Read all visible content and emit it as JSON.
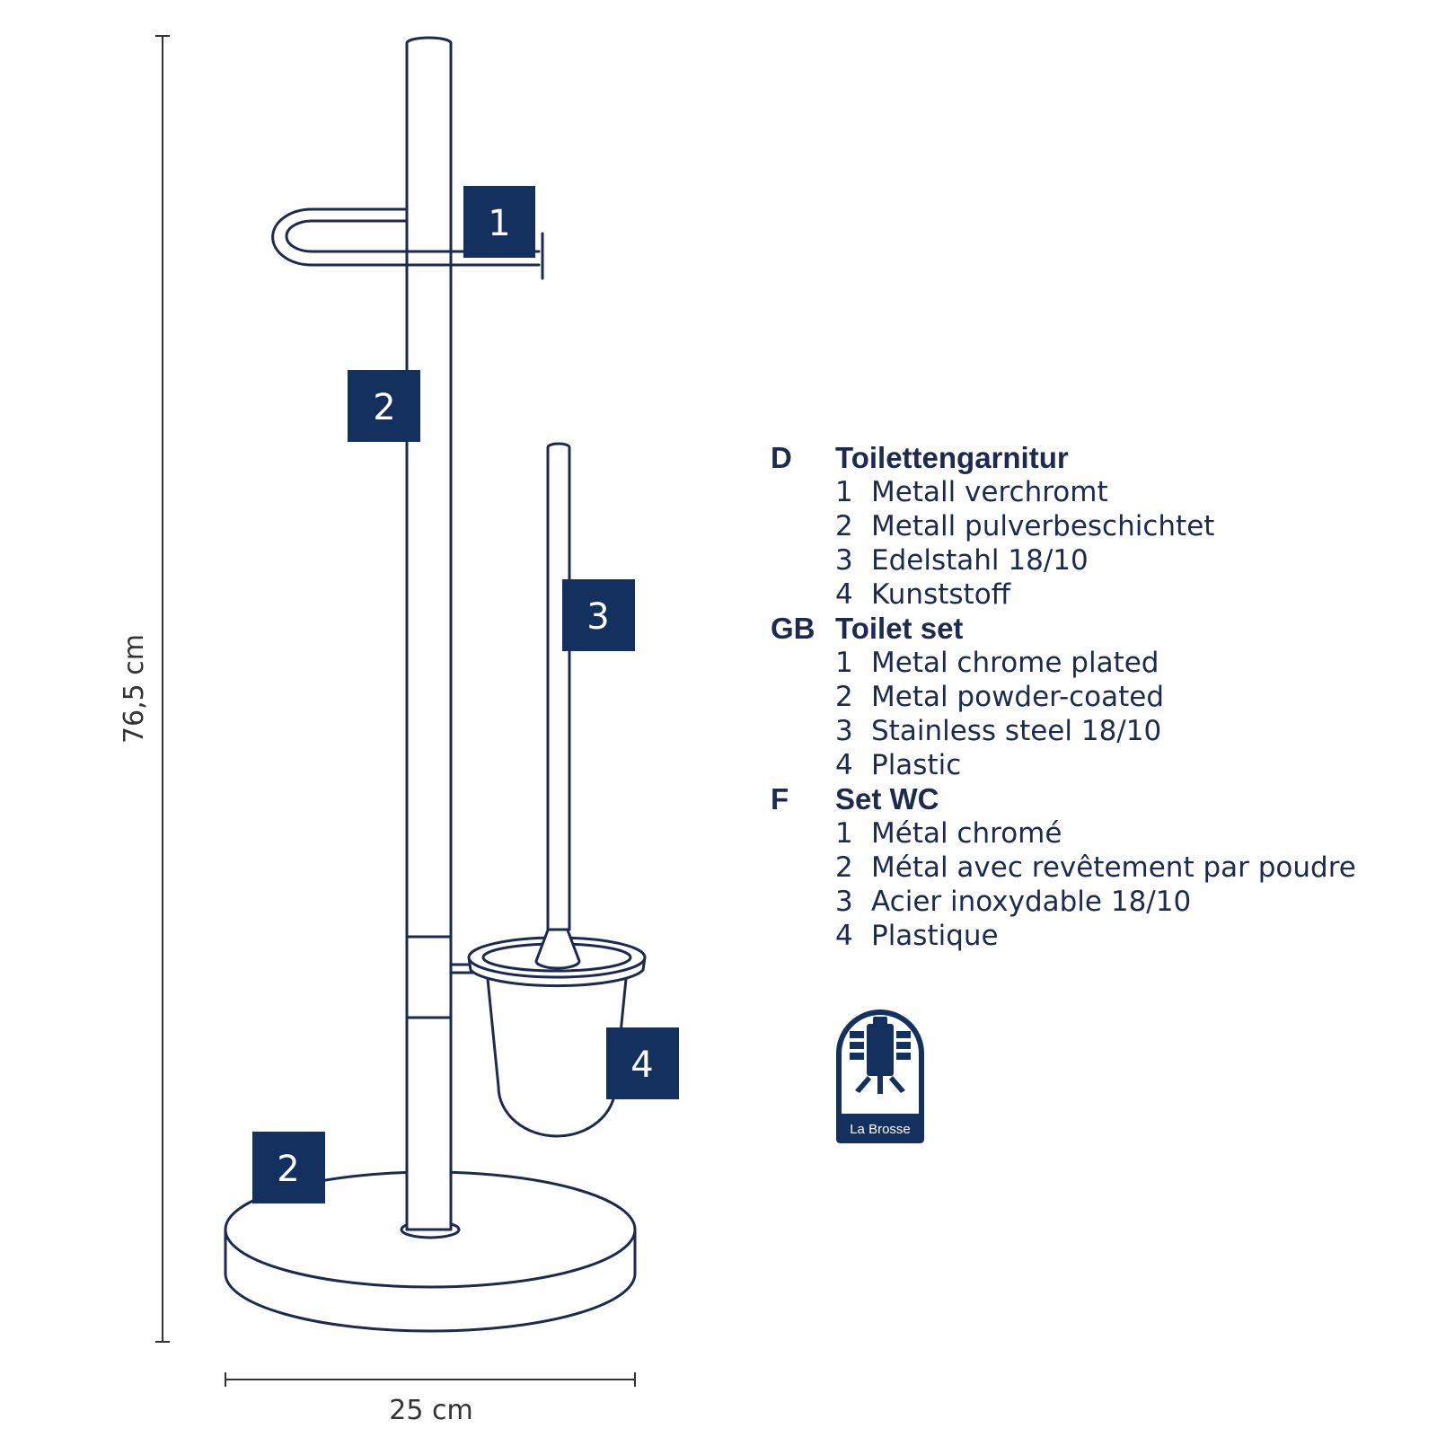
{
  "dimensions": {
    "height_label": "76,5 cm",
    "width_label": "25 cm"
  },
  "callouts": [
    "1",
    "2",
    "3",
    "4",
    "2"
  ],
  "legend": [
    {
      "code": "D",
      "title": "Toilettengarnitur",
      "items": [
        {
          "num": "1",
          "text": "Metall verchromt"
        },
        {
          "num": "2",
          "text": "Metall pulverbeschichtet"
        },
        {
          "num": "3",
          "text": "Edelstahl 18/10"
        },
        {
          "num": "4",
          "text": "Kunststoff"
        }
      ]
    },
    {
      "code": "GB",
      "title": "Toilet set",
      "items": [
        {
          "num": "1",
          "text": "Metal chrome plated"
        },
        {
          "num": "2",
          "text": "Metal powder-coated"
        },
        {
          "num": "3",
          "text": "Stainless steel 18/10"
        },
        {
          "num": "4",
          "text": "Plastic"
        }
      ]
    },
    {
      "code": "F",
      "title": "Set WC",
      "items": [
        {
          "num": "1",
          "text": "Métal chromé"
        },
        {
          "num": "2",
          "text": "Métal avec revêtement par poudre"
        },
        {
          "num": "3",
          "text": "Acier inoxydable 18/10"
        },
        {
          "num": "4",
          "text": "Plastique"
        }
      ]
    }
  ],
  "logo": {
    "text": "La Brosse",
    "icon": "brush-logo-icon"
  },
  "colors": {
    "navy": "#14305e",
    "line": "#1c2a4f"
  }
}
